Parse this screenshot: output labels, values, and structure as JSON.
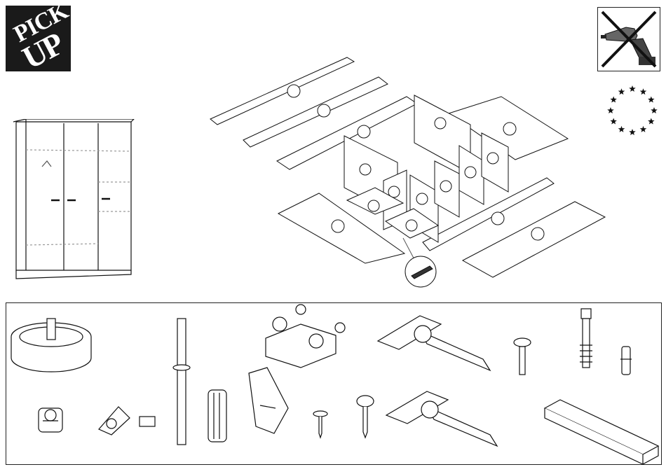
{
  "logo": {
    "line1": "PICK",
    "line2": "UP"
  },
  "icons": {
    "logo": "pick-up-brand-logo",
    "no_drill": "no-power-drill-icon",
    "eu_stars": "eu-stars-icon"
  },
  "illustrations": {
    "wardrobe": "three-door-wardrobe-illustration",
    "panels": "exploded-panels-illustration",
    "edge_detail": "edge-profile-detail"
  },
  "hardware": [
    "round-base-foot",
    "cam-lock-nut",
    "shelf-support-pin",
    "connecting-dowel-rod",
    "wooden-dowel",
    "hinge-mounting-plate",
    "hanging-rail-bracket",
    "short-wood-screw",
    "long-wood-screw",
    "concealed-hinge",
    "euro-screw",
    "cam-bolt",
    "spring-pin",
    "small-dowel",
    "wooden-batten"
  ],
  "callout_labels": [
    "",
    ""
  ]
}
